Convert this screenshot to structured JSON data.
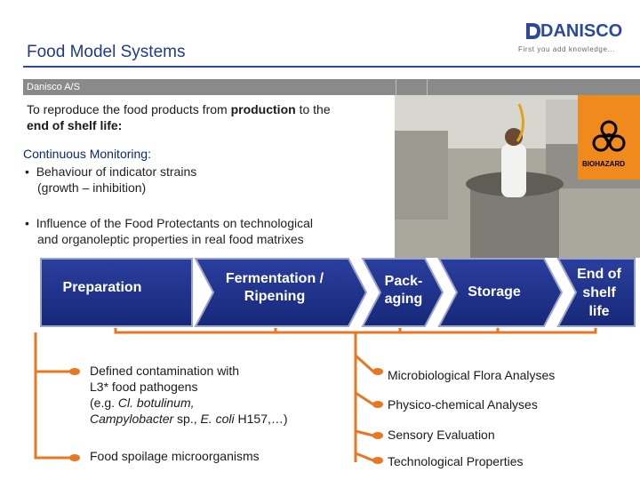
{
  "header": {
    "title": "Food Model Systems",
    "logo_word": "DANISCO",
    "logo_tag": "First you add knowledge...",
    "company_bar": "Danisco A/S"
  },
  "intro": {
    "before": "To reproduce the food products from ",
    "bold1": "production",
    "mid": " to the ",
    "bold2": "end of shelf life:"
  },
  "monitoring": {
    "heading": "Continuous Monitoring:",
    "bullet1_a": "Behaviour of indicator strains",
    "bullet1_b": "(growth – inhibition)",
    "bullet2_a": "Influence of the Food Protectants on technological",
    "bullet2_b": "and organoleptic properties in real food matrixes"
  },
  "photo": {
    "sign_label": "BIOHAZARD",
    "sign_color": "#f08a1c"
  },
  "process": {
    "step1": "Preparation",
    "step2_a": "Fermentation /",
    "step2_b": "Ripening",
    "step3_a": "Pack-",
    "step3_b": "aging",
    "step4": "Storage",
    "step5_a": "End of",
    "step5_b": "shelf",
    "step5_c": "life"
  },
  "left_items": {
    "item1_a": "Defined contamination with",
    "item1_b": "L3* food pathogens",
    "item1_c": "(e.g. ",
    "item1_c_it": "Cl. botulinum,",
    "item1_d_it": "Campylobacter",
    "item1_d": " sp., ",
    "item1_d_it2": "E. coli",
    "item1_d2": " H157,…)",
    "item2": "Food spoilage microorganisms"
  },
  "right_items": [
    "Microbiological Flora Analyses",
    "Physico-chemical  Analyses",
    "Sensory Evaluation",
    "Technological Properties"
  ],
  "colors": {
    "process_blue": "#1c2f8c",
    "connector_orange": "#e87722",
    "brand_blue": "#2b4a9b"
  }
}
